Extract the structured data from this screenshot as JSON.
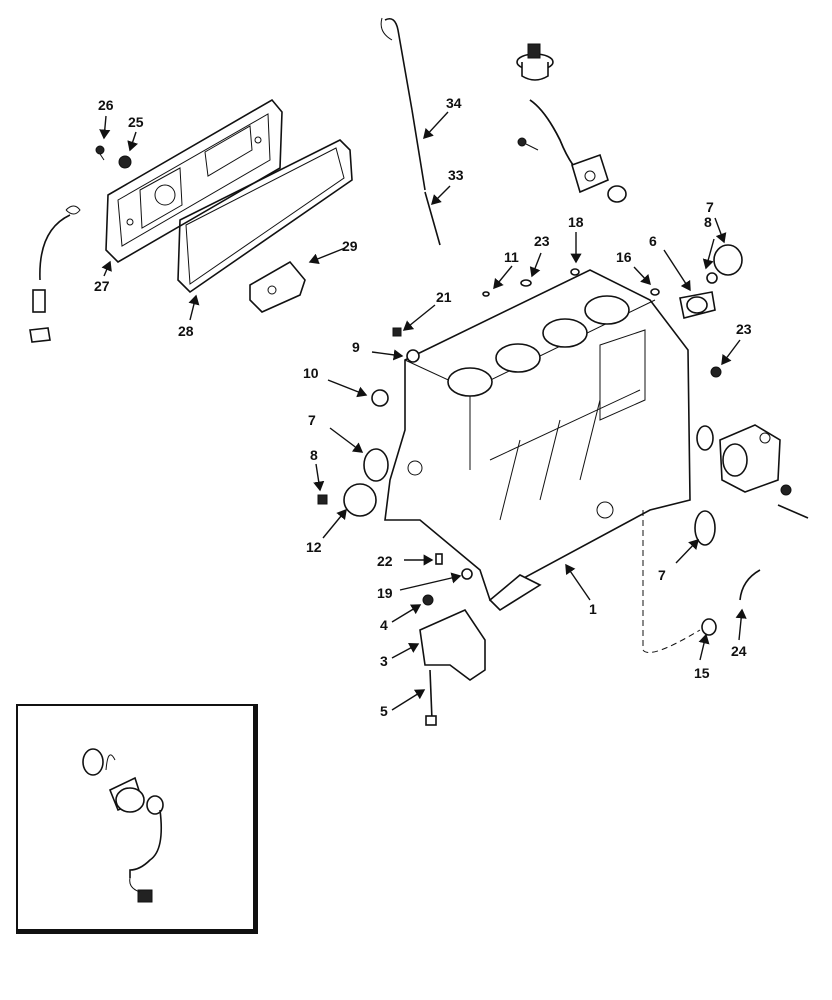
{
  "diagram": {
    "callouts": [
      {
        "id": "c26a",
        "label": "26"
      },
      {
        "id": "c25",
        "label": "25"
      },
      {
        "id": "c27",
        "label": "27"
      },
      {
        "id": "c28",
        "label": "28"
      },
      {
        "id": "c29",
        "label": "29"
      },
      {
        "id": "c34",
        "label": "34"
      },
      {
        "id": "c33",
        "label": "33"
      },
      {
        "id": "c18",
        "label": "18"
      },
      {
        "id": "c23a",
        "label": "23"
      },
      {
        "id": "c11",
        "label": "11"
      },
      {
        "id": "c16",
        "label": "16"
      },
      {
        "id": "c6",
        "label": "6"
      },
      {
        "id": "c8a",
        "label": "8"
      },
      {
        "id": "c7a",
        "label": "7"
      },
      {
        "id": "c21",
        "label": "21"
      },
      {
        "id": "c9",
        "label": "9"
      },
      {
        "id": "c10",
        "label": "10"
      },
      {
        "id": "c23b",
        "label": "23"
      },
      {
        "id": "c7b",
        "label": "7"
      },
      {
        "id": "c8b",
        "label": "8"
      },
      {
        "id": "c12",
        "label": "12"
      },
      {
        "id": "c22",
        "label": "22"
      },
      {
        "id": "c19",
        "label": "19"
      },
      {
        "id": "c1",
        "label": "1"
      },
      {
        "id": "c4",
        "label": "4"
      },
      {
        "id": "c3",
        "label": "3"
      },
      {
        "id": "c5",
        "label": "5"
      },
      {
        "id": "c7c",
        "label": "7"
      },
      {
        "id": "c15",
        "label": "15"
      },
      {
        "id": "c24",
        "label": "24"
      }
    ]
  }
}
